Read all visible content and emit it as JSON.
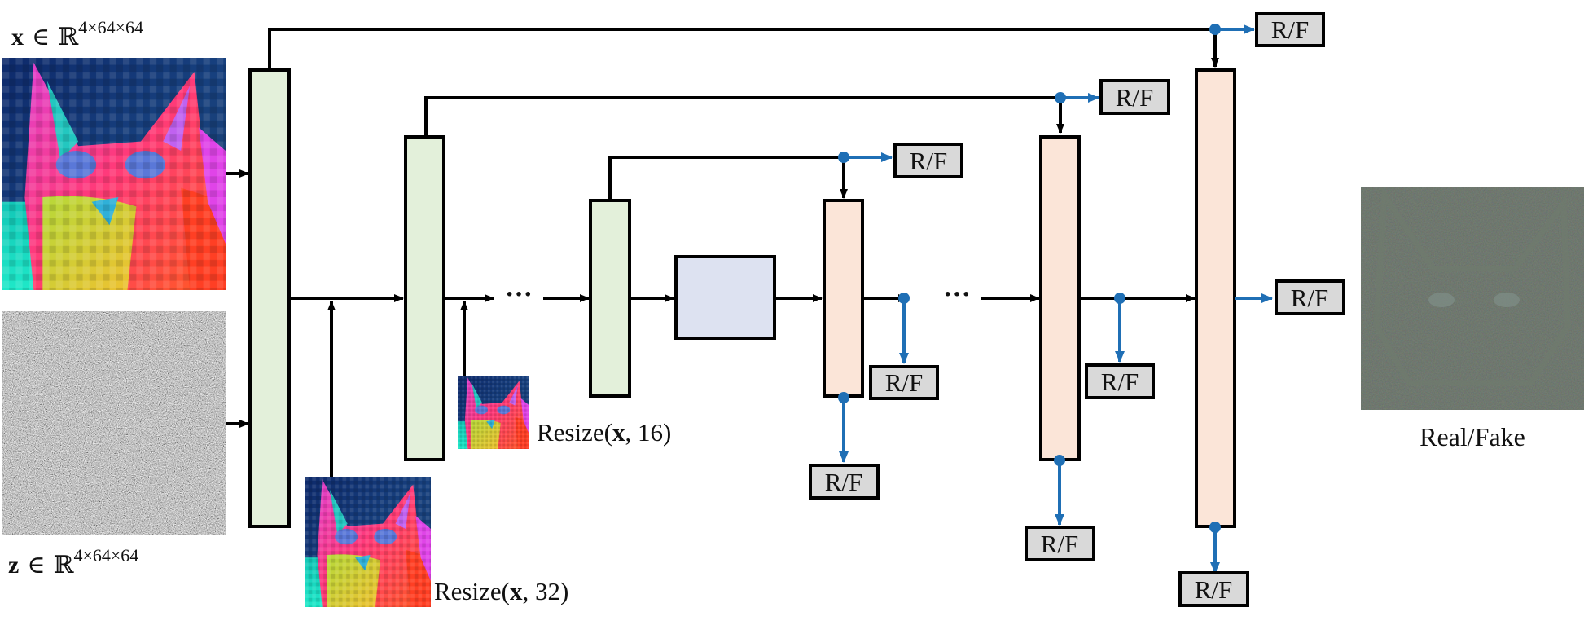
{
  "inputs": {
    "x_label": {
      "sym": "x",
      "rel": "∈",
      "space": "ℝ",
      "exp": "4×64×64"
    },
    "z_label": {
      "sym": "z",
      "rel": "∈",
      "space": "ℝ",
      "exp": "4×64×64"
    },
    "resize32": {
      "fn": "Resize(",
      "sym": "x",
      "rest": ", 32)"
    },
    "resize16": {
      "fn": "Resize(",
      "sym": "x",
      "rest": ", 16)"
    }
  },
  "ellipsis": "···",
  "rf_label": "R/F",
  "output_label": "Real/Fake",
  "colors": {
    "encoder_fill": "#e3f0da",
    "decoder_fill": "#fbe5d8",
    "middle_fill": "#dde2f1",
    "rf_fill": "#d9d9d9",
    "discriminator_arrow": "#1f6fb5",
    "flow_arrow": "#000000"
  },
  "images": {
    "x_image": "fox-rainbow-latent-icon",
    "z_image": "gaussian-noise-icon",
    "x32_image": "fox-rainbow-resized-32-icon",
    "x16_image": "fox-rainbow-resized-16-icon",
    "out_image": "fox-faded-output-icon"
  }
}
